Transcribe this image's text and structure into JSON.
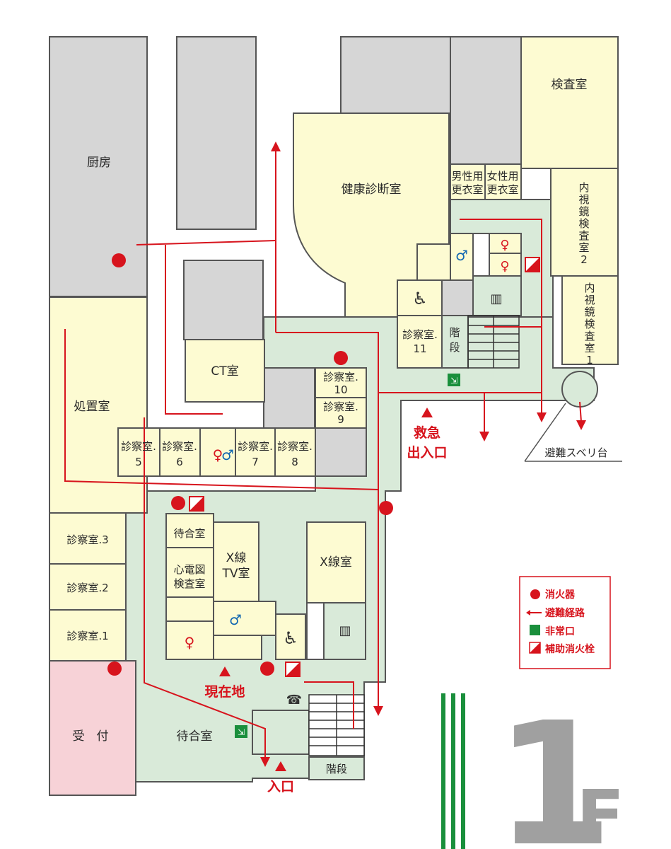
{
  "floor": {
    "number": "1",
    "suffix": "F"
  },
  "rooms": {
    "kitchen": "厨房",
    "treatment": "処置室",
    "health_check": "健康診断室",
    "exam_room": "検査室",
    "male_changing": [
      "男性用",
      "更衣室"
    ],
    "female_changing": [
      "女性用",
      "更衣室"
    ],
    "endoscopy2": [
      "内",
      "視",
      "鏡",
      "検",
      "査",
      "室",
      "2"
    ],
    "endoscopy1": [
      "内",
      "視",
      "鏡",
      "検",
      "査",
      "室",
      "1"
    ],
    "ct": "CT室",
    "consult10": [
      "診察室.",
      "10"
    ],
    "consult9": [
      "診察室.",
      "9"
    ],
    "consult11": [
      "診察室.",
      "11"
    ],
    "stairs_upper": [
      "階",
      "段"
    ],
    "consult5": [
      "診察室.",
      "5"
    ],
    "consult6": [
      "診察室.",
      "6"
    ],
    "consult7": [
      "診察室.",
      "7"
    ],
    "consult8": [
      "診察室.",
      "8"
    ],
    "consult3": "診察室.3",
    "consult2": "診察室.2",
    "consult1": "診察室.1",
    "waiting_small": "待合室",
    "ecg": [
      "心電図",
      "検査室"
    ],
    "xray_tv": [
      "X線",
      "TV室"
    ],
    "xray": "X線室",
    "reception": "受　付",
    "waiting_main": "待合室",
    "stairs_lower": "階段"
  },
  "markers": {
    "emergency_entrance": [
      "救急",
      "出入口"
    ],
    "current_location": "現在地",
    "entrance": "入口",
    "slide": "避難スベリ台"
  },
  "legend": {
    "items": [
      {
        "icon": "fire-extinguisher",
        "label": "消火器"
      },
      {
        "icon": "evacuation-arrow",
        "label": "避難経路"
      },
      {
        "icon": "emergency-exit",
        "label": "非常口"
      },
      {
        "icon": "fire-hydrant",
        "label": "補助消火栓"
      }
    ]
  },
  "colors": {
    "corridor": "#d9ead9",
    "room": "#fdfbd2",
    "gray": "#d6d6d6",
    "reception": "#f7d2d7",
    "route": "#d7141d",
    "exit": "#1a8f3c",
    "wall": "#555555"
  }
}
